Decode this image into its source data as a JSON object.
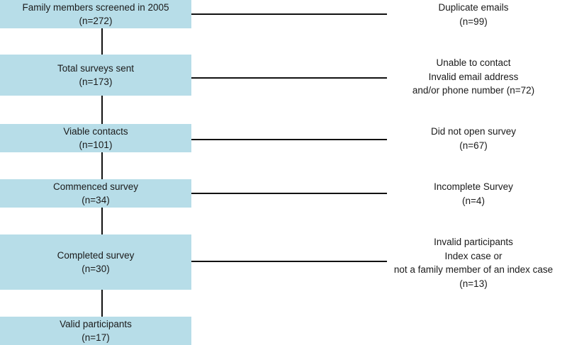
{
  "flow": [
    {
      "label": "Family members screened in 2005",
      "count": "(n=272)"
    },
    {
      "label": "Total surveys sent",
      "count": "(n=173)"
    },
    {
      "label": "Viable contacts",
      "count": "(n=101)"
    },
    {
      "label": "Commenced survey",
      "count": "(n=34)"
    },
    {
      "label": "Completed survey",
      "count": "(n=30)"
    },
    {
      "label": "Valid participants",
      "count": "(n=17)"
    }
  ],
  "exclusions": [
    {
      "lines": [
        "Duplicate emails",
        "(n=99)"
      ]
    },
    {
      "lines": [
        "Unable to contact",
        "Invalid email address",
        "and/or phone number (n=72)"
      ]
    },
    {
      "lines": [
        "Did not open survey",
        "(n=67)"
      ]
    },
    {
      "lines": [
        "Incomplete Survey",
        "(n=4)"
      ]
    },
    {
      "lines": [
        "Invalid participants",
        "Index case or",
        "not a family member of an index case",
        "(n=13)"
      ]
    }
  ],
  "colors": {
    "box_fill": "#b7dde8",
    "line": "#111111"
  }
}
